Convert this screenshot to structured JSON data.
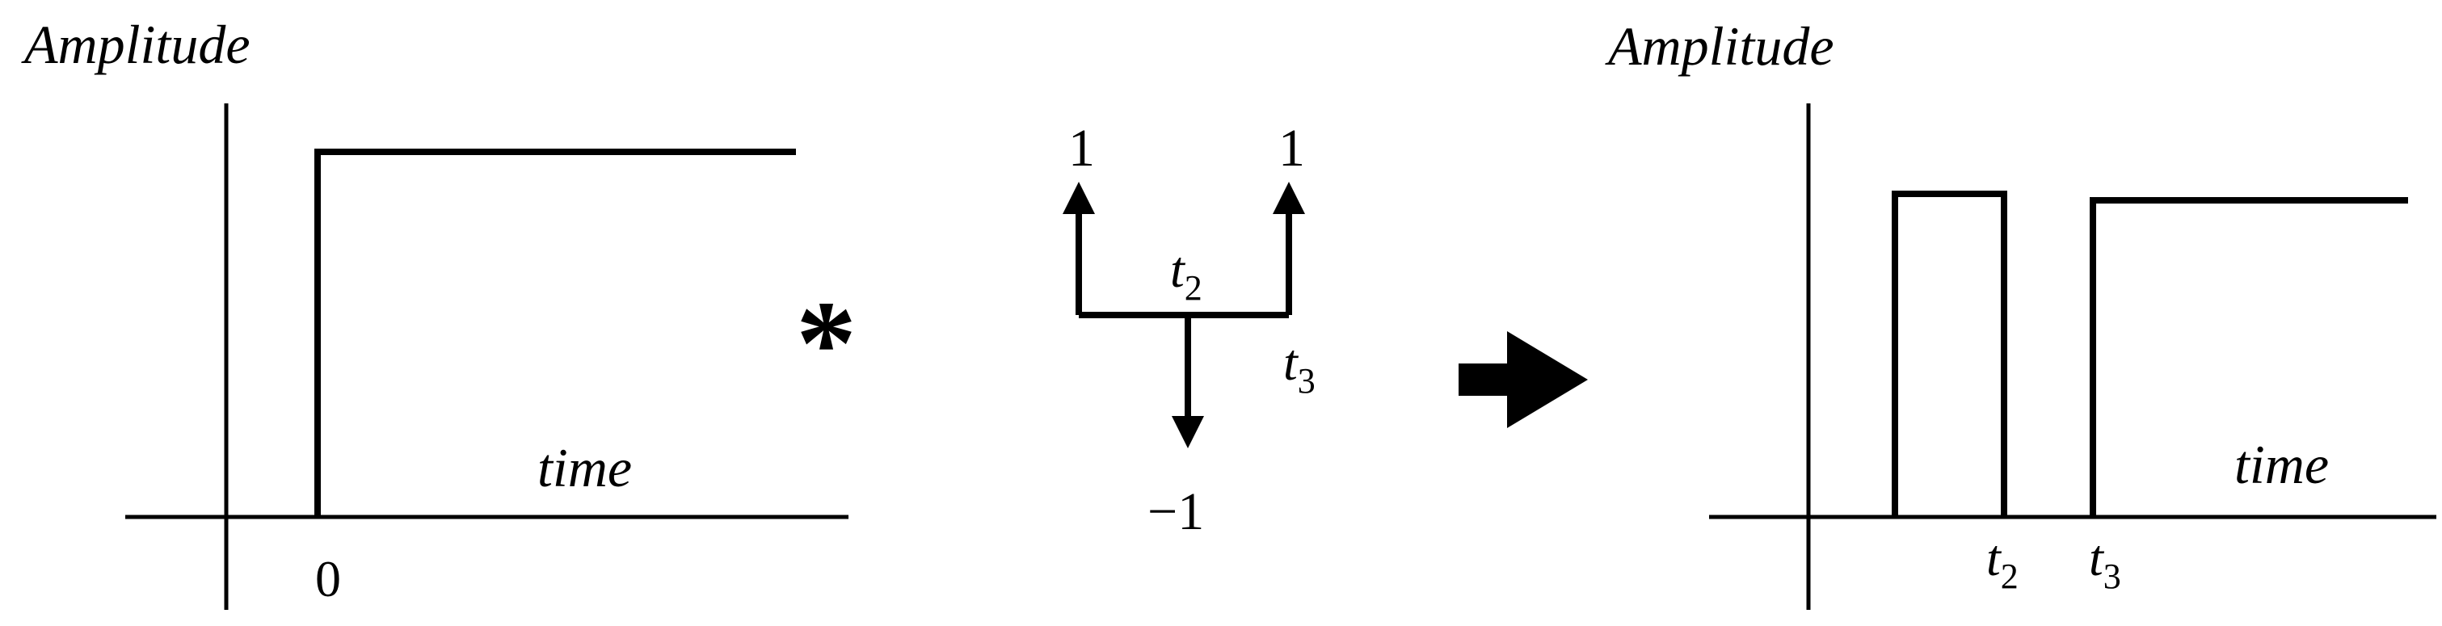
{
  "left_plot": {
    "y_axis_label": "Amplitude",
    "x_axis_label": "time",
    "tick_zero": "0"
  },
  "operator": "*",
  "impulse_train": {
    "left_value": "1",
    "right_value": "1",
    "down_value": "−1",
    "t2_base": "t",
    "t2_sub": "2",
    "t3_base": "t",
    "t3_sub": "3"
  },
  "result_plot": {
    "y_axis_label": "Amplitude",
    "x_axis_label": "time",
    "tick_t2_base": "t",
    "tick_t2_sub": "2",
    "tick_t3_base": "t",
    "tick_t3_sub": "3"
  }
}
